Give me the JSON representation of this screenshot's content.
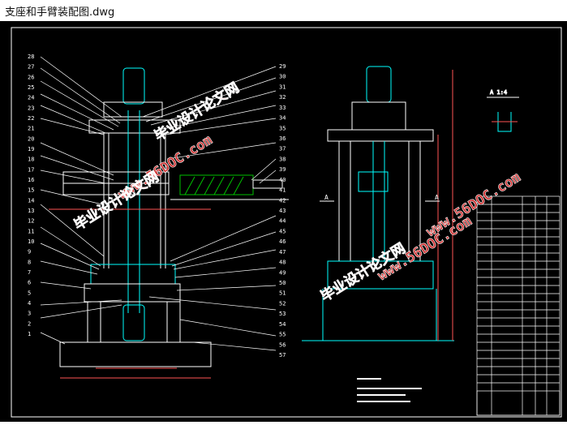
{
  "window": {
    "title": "支座和手臂装配图.dwg"
  },
  "colors": {
    "background": "#000000",
    "outline": "#00ffff",
    "part": "#ffffff",
    "dimension": "#ff5555",
    "hatch": "#00c000",
    "watermark": "#d03030"
  },
  "callouts_left": [
    "28",
    "27",
    "26",
    "25",
    "24",
    "23",
    "22",
    "21",
    "20",
    "19",
    "18",
    "17",
    "16",
    "15",
    "14",
    "13",
    "12",
    "11",
    "10",
    "9",
    "8",
    "7",
    "6",
    "5",
    "4",
    "3",
    "2",
    "1"
  ],
  "callouts_right": [
    "29",
    "30",
    "31",
    "32",
    "33",
    "34",
    "35",
    "36",
    "37",
    "38",
    "39",
    "40",
    "41",
    "42",
    "43",
    "44",
    "45",
    "46",
    "47",
    "48",
    "49",
    "50",
    "51",
    "52",
    "53",
    "54",
    "55",
    "56",
    "57"
  ],
  "section_labels": {
    "a_left": "A",
    "a_right": "A",
    "section_a": "A",
    "section_a2": "A",
    "section_scale": "A 1:4"
  },
  "watermarks": [
    "www.56DOC.com",
    "www.56DOC.com",
    "www.56DOC.com",
    "毕业设计论文网",
    "毕业设计论文网",
    "毕业设计论文网"
  ]
}
